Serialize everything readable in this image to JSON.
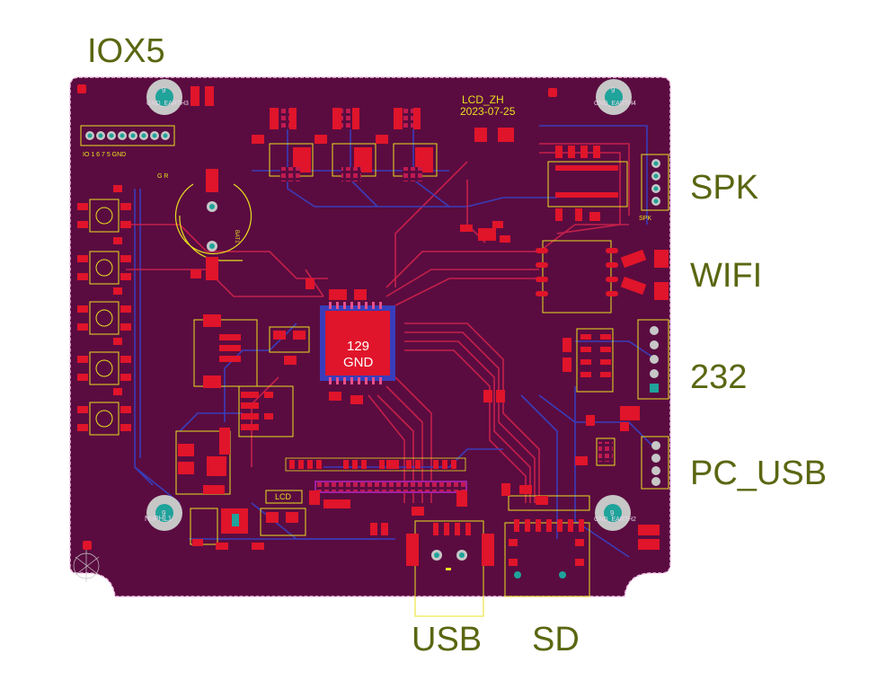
{
  "labels": {
    "iox5": "IOX5",
    "spk": "SPK",
    "wifi": "WIFI",
    "rs232": "232",
    "pc_usb": "PC_USB",
    "usb": "USB",
    "sd": "SD"
  },
  "board": {
    "project_name": "LCD_ZH",
    "date": "2023-07-25",
    "chip_text_1": "129",
    "chip_text_2": "GND",
    "hole_tl": "GND_EARTH3",
    "hole_tr": "GND_EARTH4",
    "hole_bl": "NoPHL1",
    "hole_br": "GND_EARTH2",
    "bat_label": "BAT1",
    "header_label": "IO 1 6 7 5 GND",
    "lcd_label": "LCD",
    "spk_label": "SPK",
    "gr_label": "G R",
    "hole_num": "9"
  },
  "colors": {
    "board": "#5a0c40",
    "copper": "#e0142a",
    "trace_blue": "#3a3dbb",
    "silk": "#e8e020",
    "label_text": "#5b6611",
    "outline": "#f4c2e8"
  }
}
